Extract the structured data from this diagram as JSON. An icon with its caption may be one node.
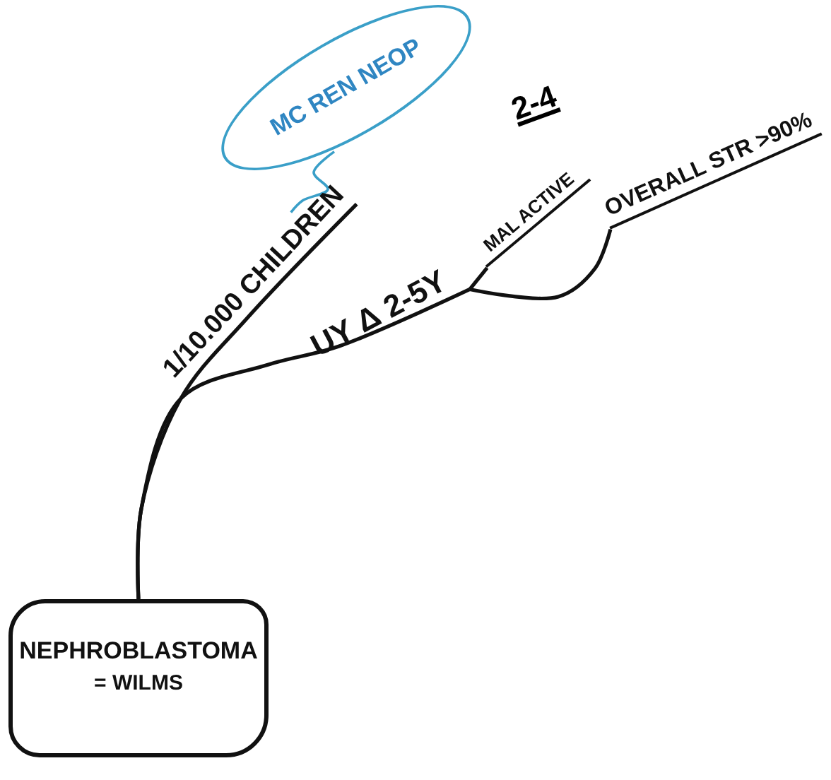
{
  "diagram": {
    "nodes": [
      {
        "text": [
          "NEPHROBLASTOMA",
          "= WILMS"
        ]
      },
      {
        "text": [
          "1/10.000 CHILDREN"
        ]
      },
      {
        "text": [
          "UY Δ 2-5Y"
        ]
      },
      {
        "text": [
          "MAL ACTIVE"
        ]
      },
      {
        "text": [
          "OVERALL STR >90%"
        ]
      },
      {
        "text": [
          "MC REN NEOP"
        ]
      }
    ],
    "edges": [
      {
        "from": 0,
        "to": 1,
        "arrow": "none"
      },
      {
        "from": 0,
        "to": 2,
        "arrow": "none"
      },
      {
        "from": 2,
        "to": 3,
        "arrow": "none"
      },
      {
        "from": 2,
        "to": 4,
        "arrow": "none"
      },
      {
        "from": 5,
        "to": 1,
        "arrow": "none",
        "color": "#3a9fc8"
      }
    ],
    "labels": [
      "2-4"
    ]
  }
}
